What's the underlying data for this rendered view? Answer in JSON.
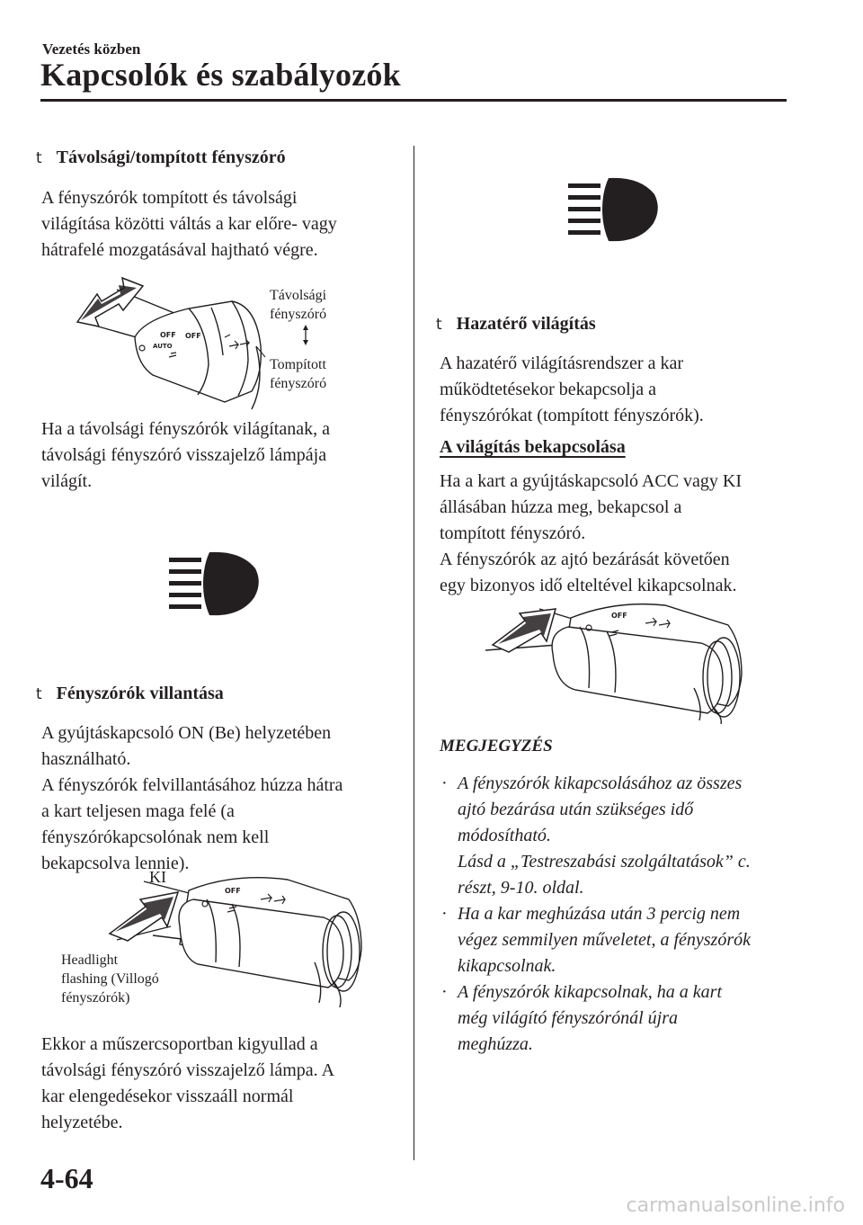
{
  "header": {
    "section": "Vezetés közben",
    "chapter": "Kapcsolók és szabályozók"
  },
  "left": {
    "s1": {
      "bullet": "t",
      "title": "Távolsági/tompított fényszóró",
      "text": [
        "A fényszórók tompított és távolsági",
        "világítása közötti váltás a kar előre- vagy",
        "hátrafelé mozgatásával hajtható végre."
      ],
      "label_high": [
        "Távolsági",
        "fényszóró"
      ],
      "label_low": [
        "Tompított",
        "fényszóró"
      ],
      "text2": [
        "Ha a távolsági fényszórók világítanak, a",
        "távolsági fényszóró visszajelző lámpája",
        "világít."
      ]
    },
    "s2": {
      "bullet": "t",
      "title": "Fényszórók villantása",
      "text": [
        "A gyújtáskapcsoló ON (Be) helyzetében",
        "használható.",
        "A fényszórók felvillantásához húzza hátra",
        "a kart teljesen maga felé (a",
        "fényszórókapcsolónak nem kell",
        "bekapcsolva lennie)."
      ],
      "label_ki": "KI",
      "label_flash": [
        "Headlight",
        "flashing (Villogó",
        "fényszórók)"
      ],
      "text2": [
        "Ekkor a műszercsoportban kigyullad a",
        "távolsági fényszóró visszajelző lámpa. A",
        "kar elengedésekor visszaáll normál",
        "helyzetébe."
      ]
    }
  },
  "right": {
    "s3": {
      "bullet": "t",
      "title": "Hazatérő világítás",
      "text": [
        "A hazatérő világításrendszer a kar",
        "működtetésekor bekapcsolja a",
        "fényszórókat (tompított fényszórók)."
      ],
      "subhead": "A világítás bekapcsolása",
      "text2": [
        "Ha a kart a gyújtáskapcsoló ACC vagy KI",
        "állásában húzza meg, bekapcsol a",
        "tompított fényszóró.",
        "A fényszórók az ajtó bezárását követően",
        "egy bizonyos idő elteltével kikapcsolnak."
      ]
    },
    "note": {
      "title": "MEGJEGYZÉS",
      "items": [
        [
          "A fényszórók kikapcsolásához az összes",
          "ajtó bezárása után szükséges idő",
          "módosítható.",
          "Lásd a „Testreszabási szolgáltatások” c.",
          "részt, 9-10. oldal."
        ],
        [
          "Ha a kar meghúzása után 3 percig nem",
          "végez semmilyen műveletet, a fényszórók",
          "kikapcsolnak."
        ],
        [
          "A fényszórók kikapcsolnak, ha a kart",
          "még világító fényszórónál újra",
          "meghúzza."
        ]
      ]
    }
  },
  "lever_marks": {
    "off": "OFF",
    "auto": "AUTO"
  },
  "footer": {
    "page": "4-64",
    "watermark": "carmanualsonline.info"
  }
}
